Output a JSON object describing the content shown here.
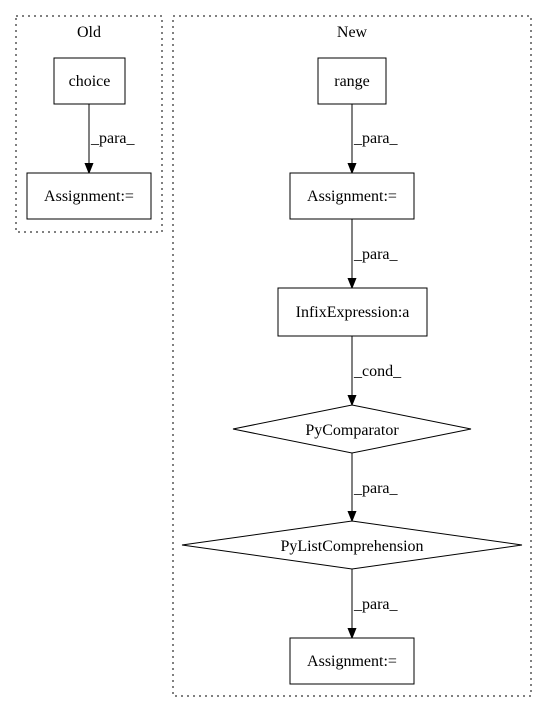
{
  "clusters": {
    "old": {
      "title": "Old"
    },
    "new": {
      "title": "New"
    }
  },
  "nodes": {
    "old_choice": "choice",
    "old_assignment": "Assignment:=",
    "new_range": "range",
    "new_assignment_1": "Assignment:=",
    "new_infix": "InfixExpression:a",
    "new_pycomparator": "PyComparator",
    "new_pylistcomp": "PyListComprehension",
    "new_assignment_2": "Assignment:="
  },
  "edges": {
    "old_choice_to_assignment": "_para_",
    "new_range_to_assignment": "_para_",
    "new_assignment_to_infix": "_para_",
    "new_infix_to_comparator": "_cond_",
    "new_comparator_to_listcomp": "_para_",
    "new_listcomp_to_assignment": "_para_"
  }
}
